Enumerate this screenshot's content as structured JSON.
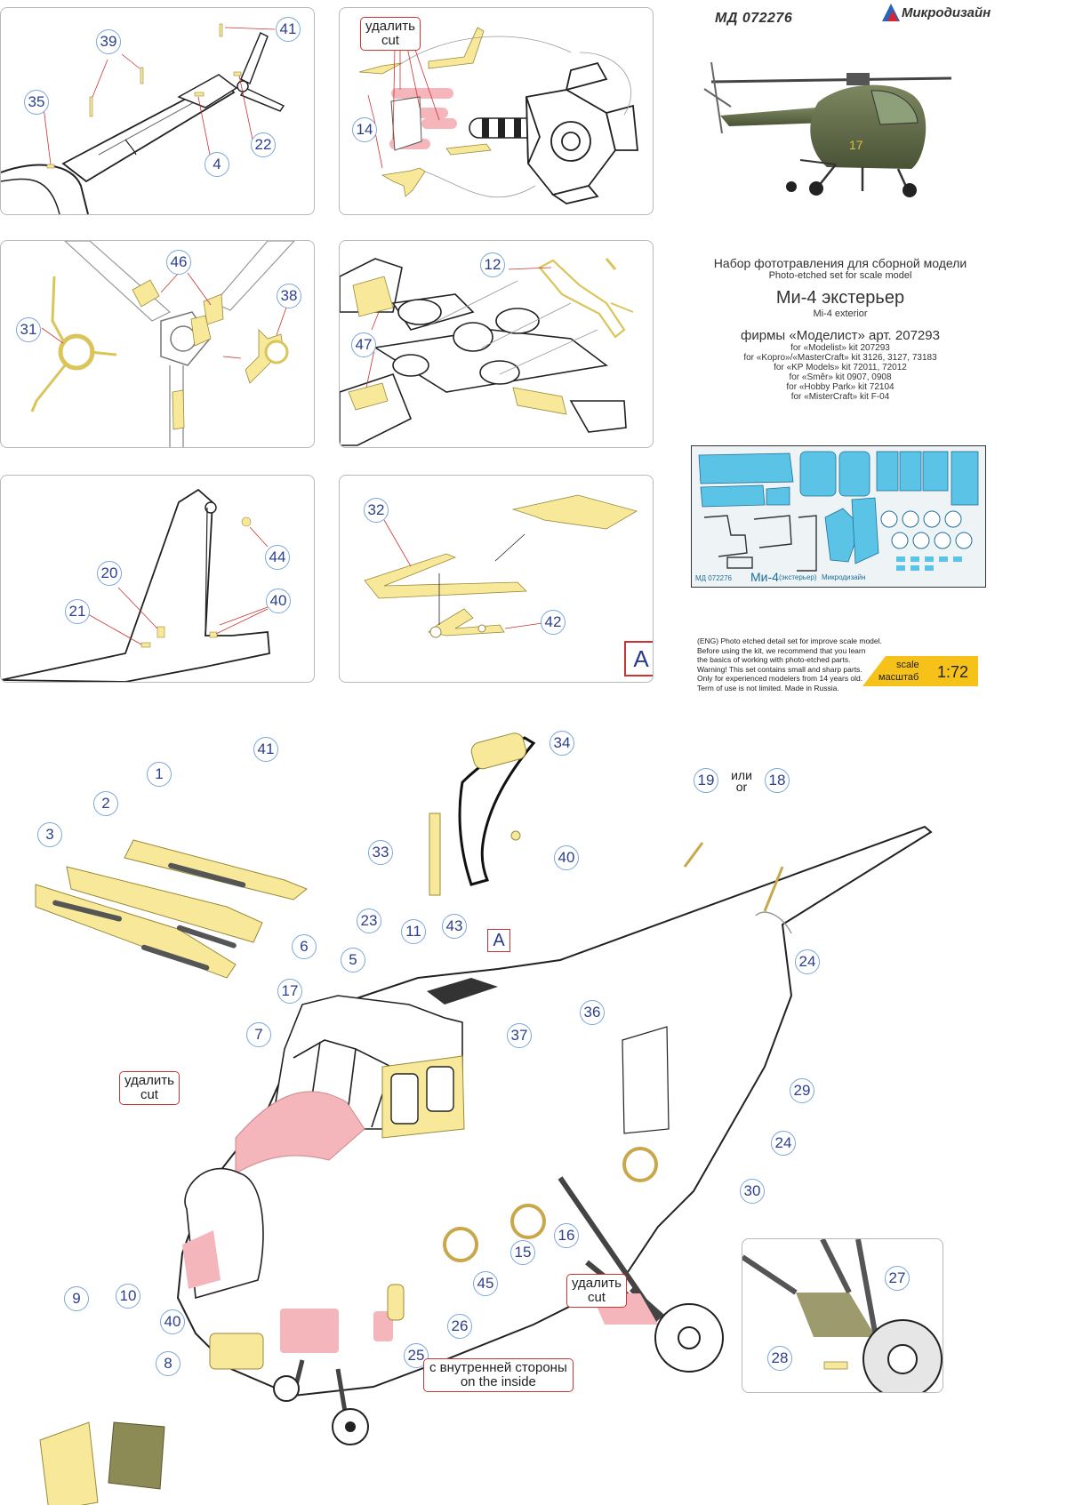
{
  "header": {
    "code": "МД 072276",
    "brand": "Микродизайн"
  },
  "title_block": {
    "line_ru": "Набор фототравления для сборной модели",
    "line_en": "Photo-etched set for scale model",
    "model_ru": "Ми-4 экстерьер",
    "model_en": "Mi-4 exterior",
    "kit_ru": "фирмы «Моделист» арт. 207293",
    "kits": [
      "for «Modelist» kit 207293",
      "for «Kopro»/«MasterCraft» kit 3126, 3127, 73183",
      "for «KP Models» kit 72011, 72012",
      "for «Směr» kit 0907, 0908",
      "for «Hobby Park» kit 72104",
      "for «MisterCraft» kit F-04"
    ]
  },
  "fret_caption": {
    "code": "МД 072276",
    "name": "Ми-4",
    "sub": "(экстерьер)",
    "brand": "Микродизайн"
  },
  "disclaimer": [
    "(ENG) Photo etched detail set for improve scale model.",
    "Before using the kit, we recommend that you learn",
    "the basics of working with photo-etched parts.",
    "Warning! This set contains small and sharp parts.",
    "Only for experienced modelers from 14 years old.",
    "Term of use is not limited. Made in Russia."
  ],
  "scale": {
    "label_en": "scale",
    "label_ru": "масштаб",
    "value": "1:72"
  },
  "cut_label": {
    "ru": "удалить",
    "en": "cut"
  },
  "or_label": {
    "ru": "или",
    "en": "or"
  },
  "inside_label": {
    "ru": "с внутренней стороны",
    "en": "on the inside"
  },
  "detail_letter": "A",
  "callouts": {
    "p1": [
      "39",
      "41",
      "35",
      "22",
      "4"
    ],
    "p2": [
      "14"
    ],
    "p3": [
      "46",
      "31",
      "38"
    ],
    "p4": [
      "12",
      "47"
    ],
    "p5": [
      "44",
      "20",
      "40",
      "21"
    ],
    "p6": [
      "32",
      "42"
    ],
    "main": [
      "41",
      "1",
      "2",
      "3",
      "34",
      "33",
      "40",
      "19",
      "18",
      "23",
      "11",
      "43",
      "6",
      "5",
      "17",
      "7",
      "37",
      "36",
      "24",
      "29",
      "24",
      "30",
      "16",
      "15",
      "45",
      "26",
      "25",
      "9",
      "10",
      "40",
      "8",
      "27",
      "28"
    ]
  },
  "colors": {
    "pe_part": "#f7e89a",
    "cut_area": "#f4b6bb",
    "callout_ring": "#7da7d9",
    "callout_text": "#2b3f8c",
    "fret_blue": "#5bc4e6",
    "scale_tag": "#f6c21a",
    "cut_border": "#cc3333"
  }
}
